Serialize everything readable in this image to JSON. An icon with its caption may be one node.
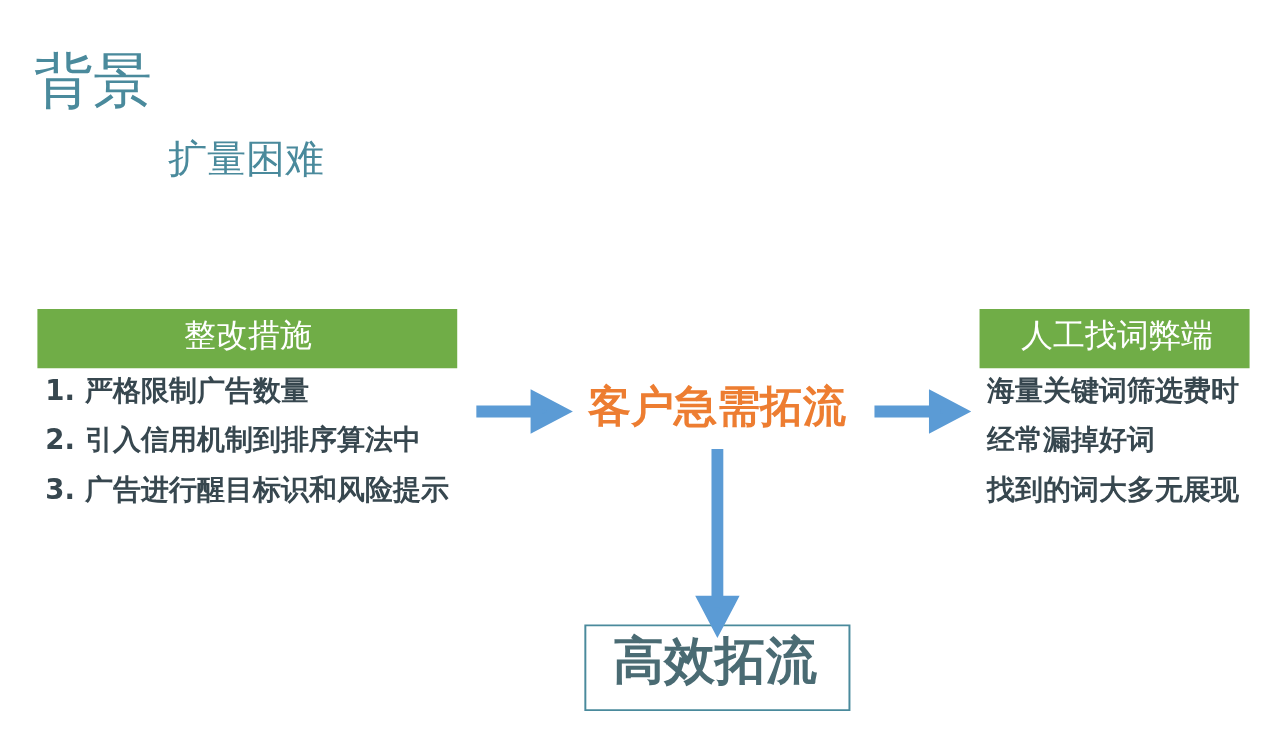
{
  "diagram": {
    "title": "背景",
    "nodes": [
      {
        "text": [
          "整改措施",
          "1. 严格限制广告数量",
          "2. 引入信用机制到排序算法中",
          "3. 广告进行醒目标识和风险提示"
        ]
      },
      {
        "text": [
          "客户急需拓流"
        ]
      },
      {
        "text": [
          "人工找词弊端",
          "海量关键词筛选费时",
          "经常漏掉好词",
          "找到的词大多无展现"
        ]
      },
      {
        "text": [
          "高效拓流"
        ]
      }
    ],
    "edges": [
      {
        "from": 0,
        "to": 1,
        "arrow": "to"
      },
      {
        "from": 1,
        "to": 2,
        "arrow": "to"
      },
      {
        "from": 1,
        "to": 3,
        "arrow": "to"
      }
    ],
    "labels": [
      "扩量困难"
    ]
  }
}
